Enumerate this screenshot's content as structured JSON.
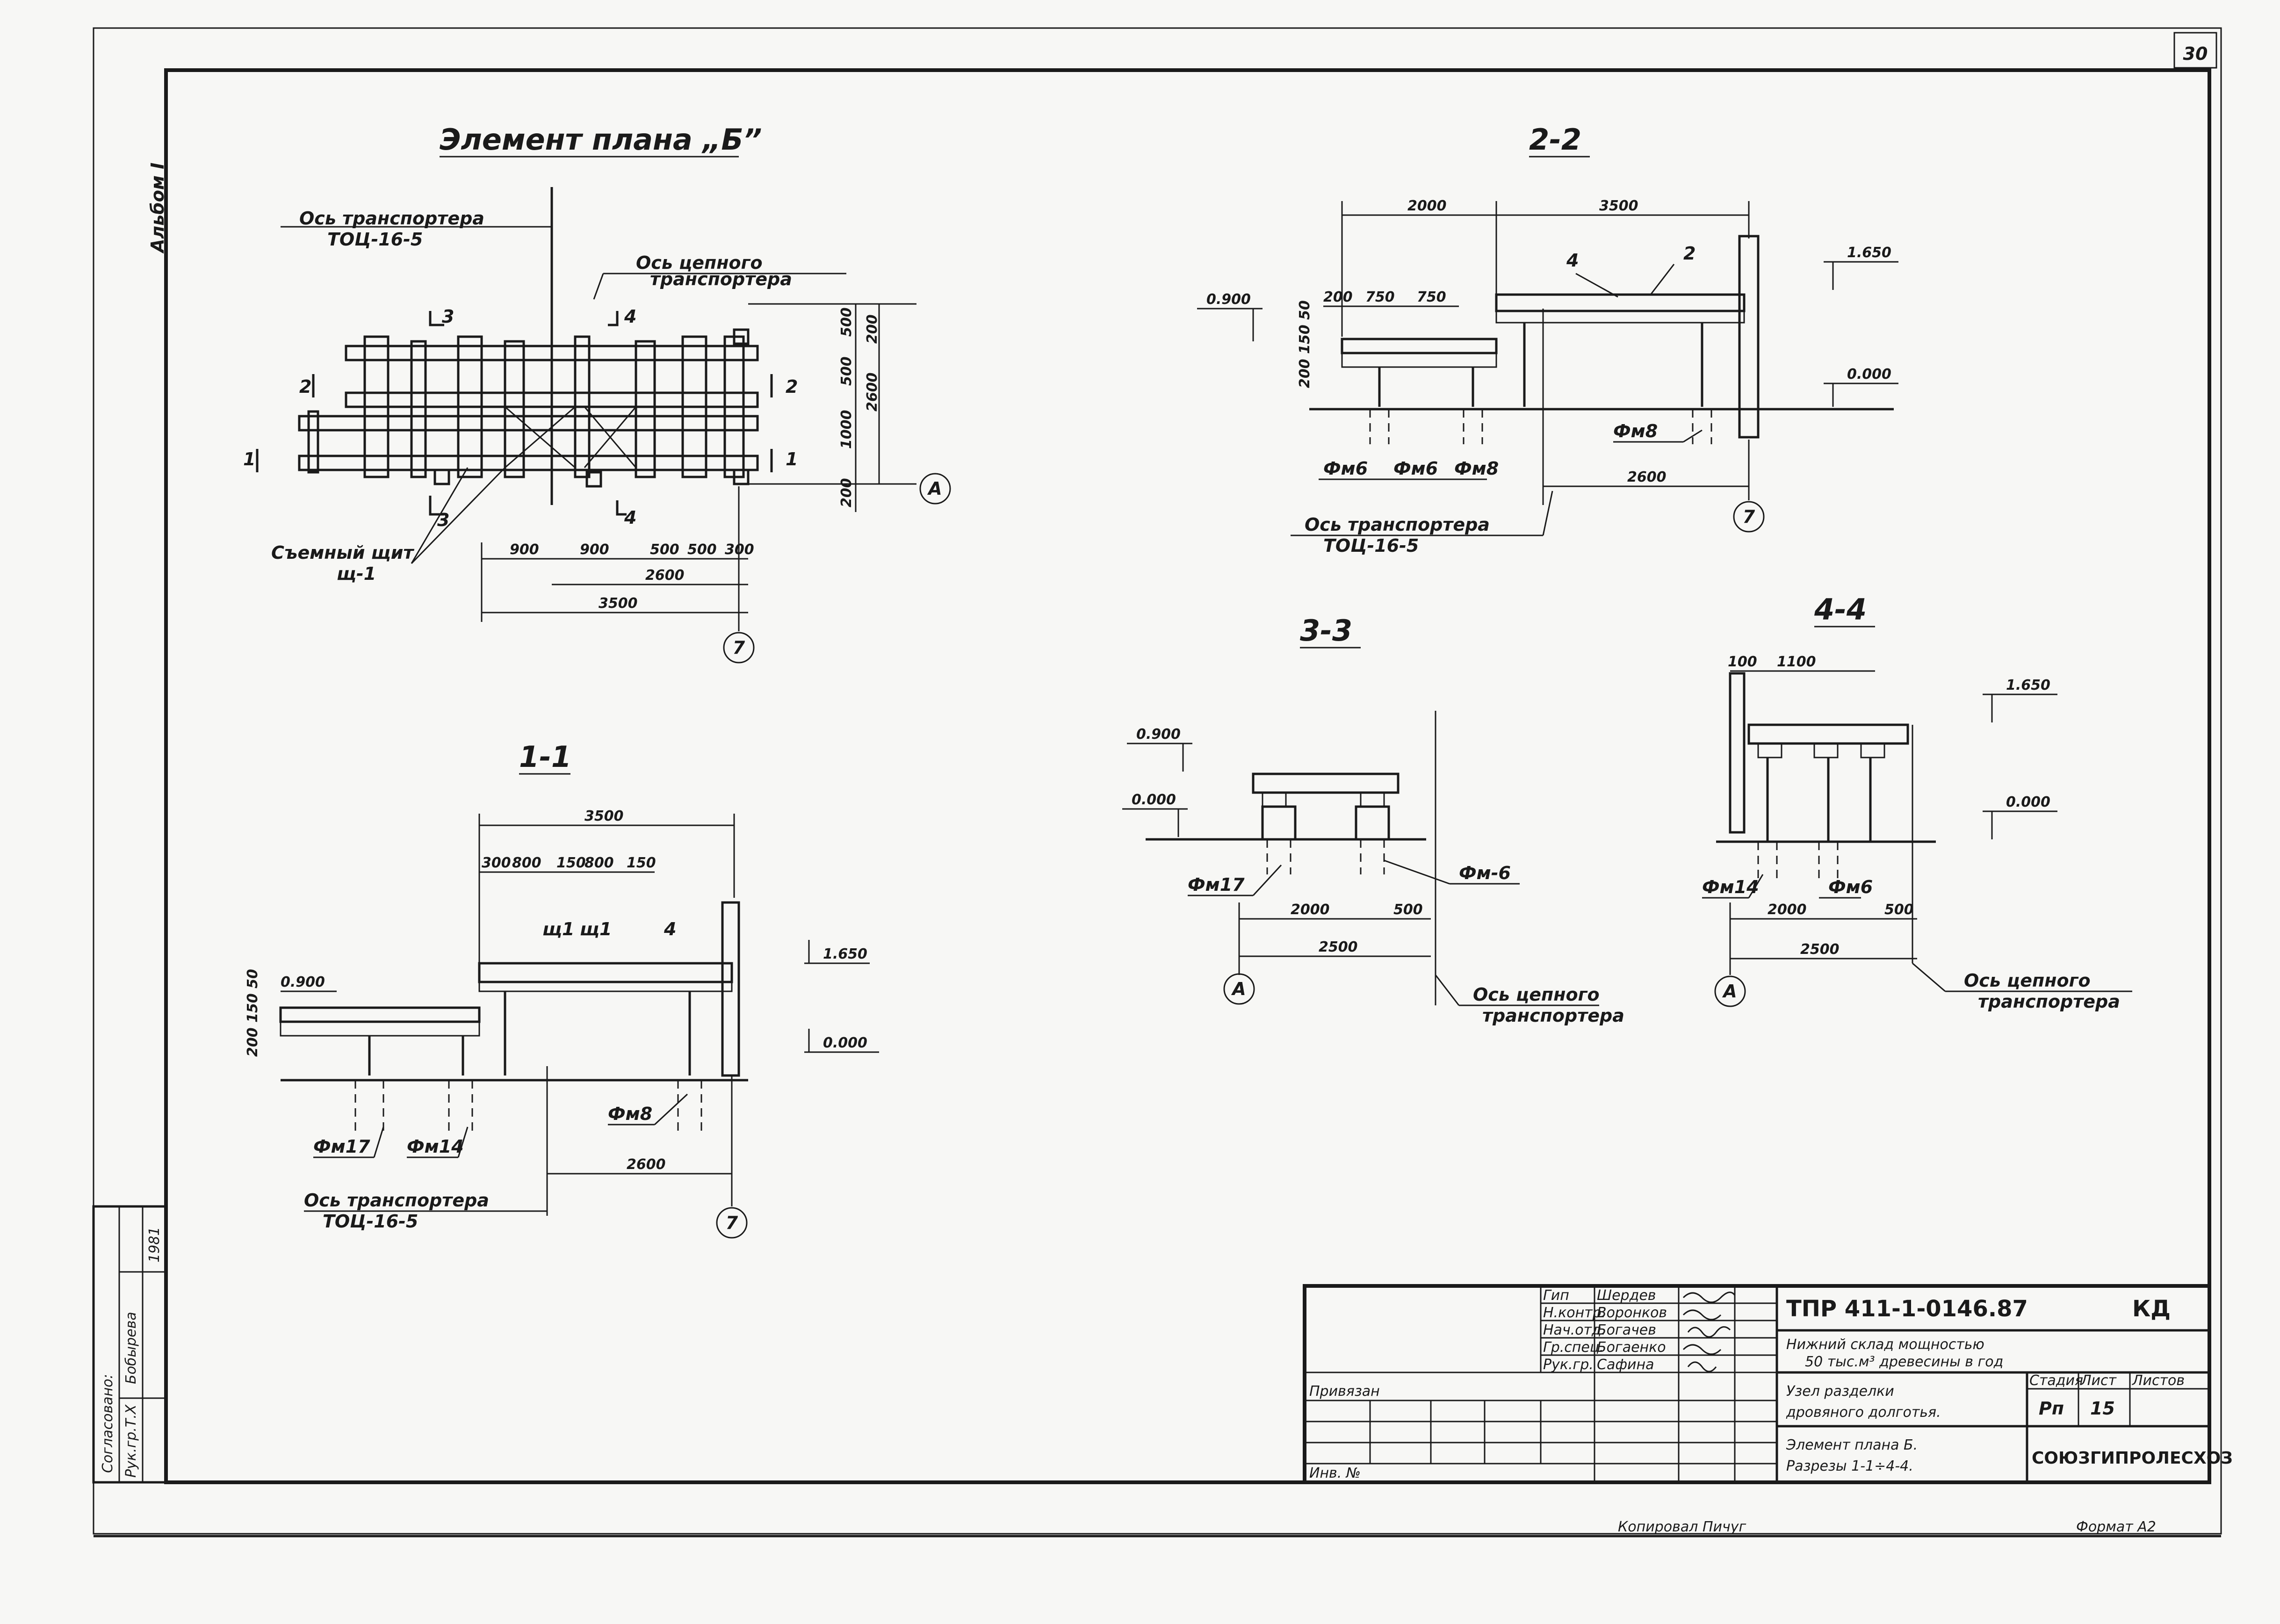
{
  "sheet_number": "30",
  "album": "Альбом I",
  "plan": {
    "title": "Элемент плана „Б”",
    "axis_label_1": "Ось транспортера",
    "axis_label_2": "ТОЦ-16-5",
    "chain_axis_1": "Ось цепного",
    "chain_axis_2": "транспортера",
    "shield_1": "Съемный щит",
    "shield_2": "щ-1",
    "cut_1": "1",
    "cut_2": "2",
    "cut_3": "3",
    "cut_4": "4",
    "dims_right": [
      "500",
      "500",
      "1000",
      "200",
      "200",
      "2600"
    ],
    "dims_bottom": [
      "900",
      "900",
      "500",
      "500",
      "300"
    ],
    "dim_2600": "2600",
    "dim_3500": "3500",
    "axis_a": "А",
    "axis_7": "7"
  },
  "sec11": {
    "title": "1-1",
    "dim_3500": "3500",
    "dims_top": [
      "300",
      "800",
      "150",
      "800",
      "150"
    ],
    "lbl_sh1a": "щ1",
    "lbl_sh1b": "щ1",
    "lbl_4": "4",
    "lvl_1650": "1.650",
    "lvl_0900": "0.900",
    "lvl_0000": "0.000",
    "vert_dims": "200 150 50",
    "fm17": "Фм17",
    "fm14": "Фм14",
    "fm8": "Фм8",
    "dim_2600": "2600",
    "axis_label_1": "Ось транспортера",
    "axis_label_2": "ТОЦ-16-5",
    "axis_7": "7"
  },
  "sec22": {
    "title": "2-2",
    "dim_2000": "2000",
    "dim_3500": "3500",
    "dims_small": [
      "200",
      "750",
      "750"
    ],
    "lbl_4": "4",
    "lbl_2": "2",
    "lvl_0900": "0.900",
    "lvl_1650": "1.650",
    "lvl_0000": "0.000",
    "vert_dims": "200 150 50",
    "fm6a": "Фм6",
    "fm6b": "Фм6",
    "fm8a": "Фм8",
    "fm8b": "Фм8",
    "dim_2600": "2600",
    "axis_label_1": "Ось транспортера",
    "axis_label_2": "ТОЦ-16-5",
    "axis_7": "7"
  },
  "sec33": {
    "title": "3-3",
    "lvl_0900": "0.900",
    "lvl_0000": "0.000",
    "fm17": "Фм17",
    "fm6": "Фм-6",
    "dim_2000": "2000",
    "dim_500": "500",
    "dim_2500": "2500",
    "axis_a": "А",
    "chain_axis_1": "Ось цепного",
    "chain_axis_2": "транспортера"
  },
  "sec44": {
    "title": "4-4",
    "dim_100": "100",
    "dim_1100": "1100",
    "lvl_1650": "1.650",
    "lvl_0000": "0.000",
    "fm14": "Фм14",
    "fm6": "Фм6",
    "dim_2000": "2000",
    "dim_500": "500",
    "dim_2500": "2500",
    "axis_a": "А",
    "chain_axis_1": "Ось цепного",
    "chain_axis_2": "транспортера"
  },
  "left_stamp": {
    "agreed": "Согласовано:",
    "row1": "Рук.гр.Т.Х",
    "row1b": "Бобырева",
    "year": "1981"
  },
  "title_block": {
    "roles": [
      "Гип",
      "Н.контр.",
      "Нач.отд.",
      "Гр.спец.",
      "Рук.гр."
    ],
    "names": [
      "Шердев",
      "Воронков",
      "Богачев",
      "Богаенко",
      "Сафина"
    ],
    "doc_code": "ТПР 411-1-0146.87",
    "doc_type": "КД",
    "project_1": "Нижний склад мощностью",
    "project_2": "50 тыс.м³ древесины в год",
    "privyazan": "Привязан",
    "inv": "Инв. №",
    "subject_1": "Узел разделки",
    "subject_2": "дровяного долготья.",
    "stage_h": "Стадия",
    "sheet_h": "Лист",
    "sheets_h": "Листов",
    "stage": "Рп",
    "sheet": "15",
    "content_1": "Элемент плана Б.",
    "content_2": "Разрезы 1-1÷4-4.",
    "org": "СОЮЗГИПРОЛЕСХОЗ"
  },
  "footer": {
    "copied": "Копировал Пичуг",
    "format": "Формат А2"
  }
}
